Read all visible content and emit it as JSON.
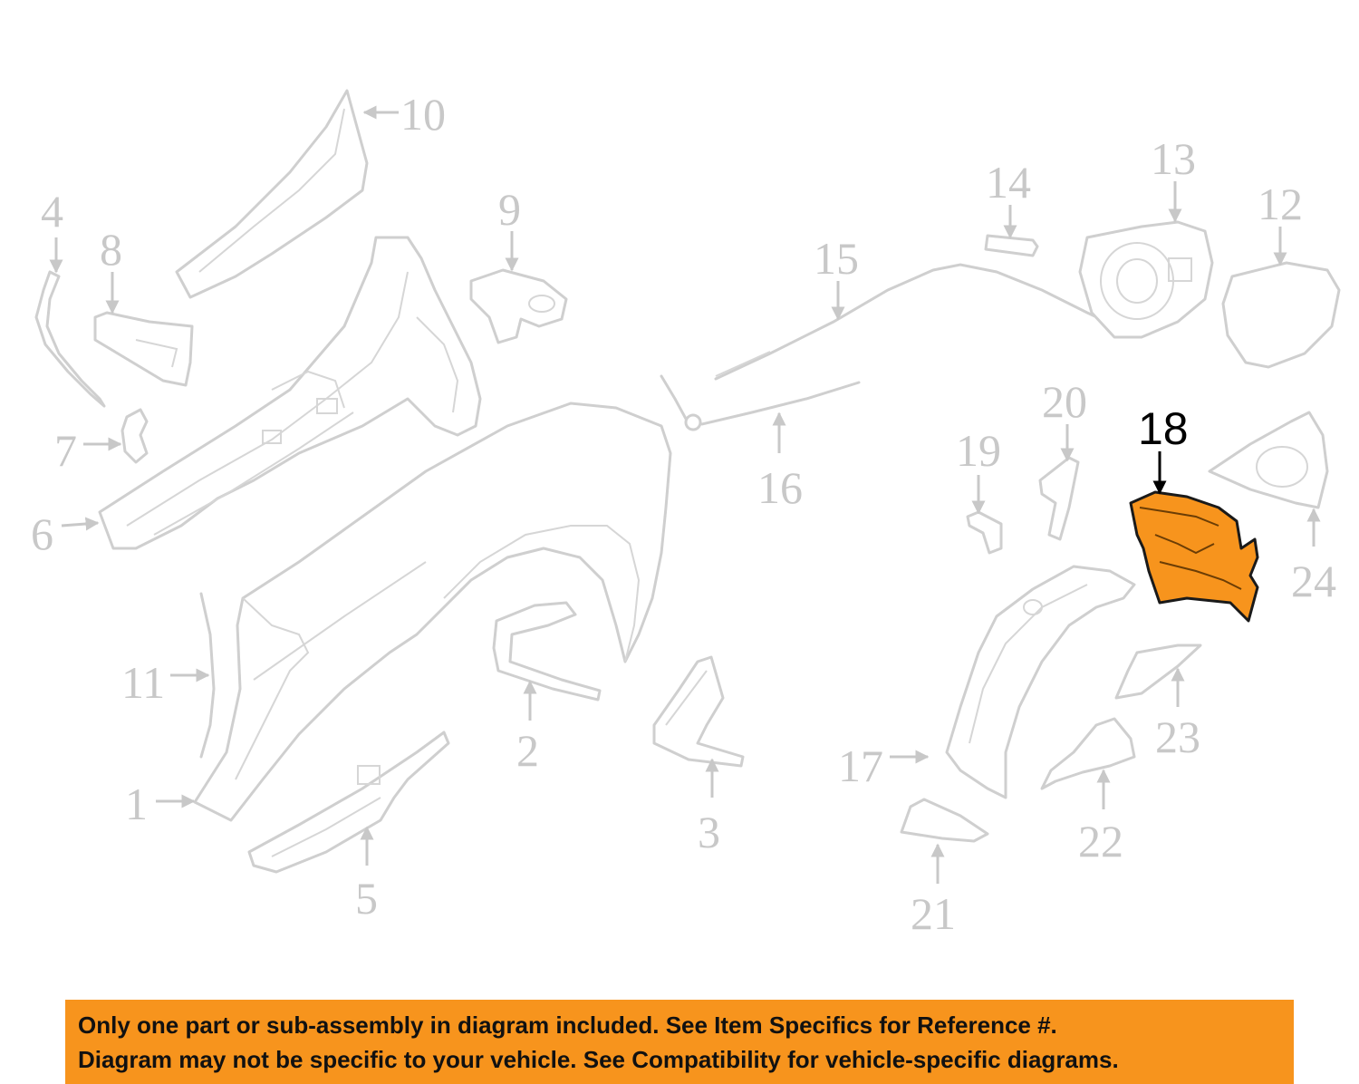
{
  "labels": {
    "p1": "1",
    "p2": "2",
    "p3": "3",
    "p4": "4",
    "p5": "5",
    "p6": "6",
    "p7": "7",
    "p8": "8",
    "p9": "9",
    "p10": "10",
    "p11": "11",
    "p12": "12",
    "p13": "13",
    "p14": "14",
    "p15": "15",
    "p16": "16",
    "p17": "17",
    "p18": "18",
    "p19": "19",
    "p20": "20",
    "p21": "21",
    "p22": "22",
    "p23": "23",
    "p24": "24"
  },
  "highlighted_part": "18",
  "colors": {
    "highlight": "#f7941d",
    "notice_background": "#f7941d",
    "part_outline": "#cfcfcf",
    "label_gray": "#c8c8c8"
  },
  "notice": {
    "line1": "Only one part or sub-assembly in diagram included. See Item Specifics for Reference #.",
    "line2": "Diagram may not be specific to your vehicle. See Compatibility for vehicle-specific diagrams."
  }
}
